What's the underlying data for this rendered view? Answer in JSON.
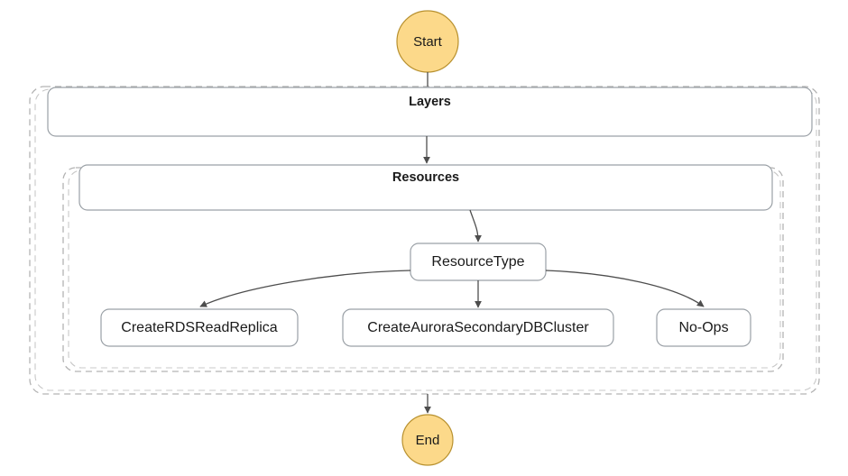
{
  "diagram": {
    "type": "flowchart",
    "start_node": {
      "label": "Start"
    },
    "end_node": {
      "label": "End"
    },
    "groups": [
      {
        "title": "Layers"
      },
      {
        "title": "Resources"
      }
    ],
    "choice_node": {
      "label": "ResourceType"
    },
    "tasks": [
      {
        "label": "CreateRDSReadReplica"
      },
      {
        "label": "CreateAuroraSecondaryDBCluster"
      },
      {
        "label": "No-Ops"
      }
    ],
    "colors": {
      "terminator_fill": "#fcd98a",
      "terminator_stroke": "#b8912f",
      "node_fill": "#ffffff",
      "node_stroke": "#9aa0a6",
      "dashed_stroke": "#b3b3b3",
      "edge_stroke": "#4d4d4d",
      "text": "#1a1a1a",
      "background": "#ffffff"
    }
  }
}
